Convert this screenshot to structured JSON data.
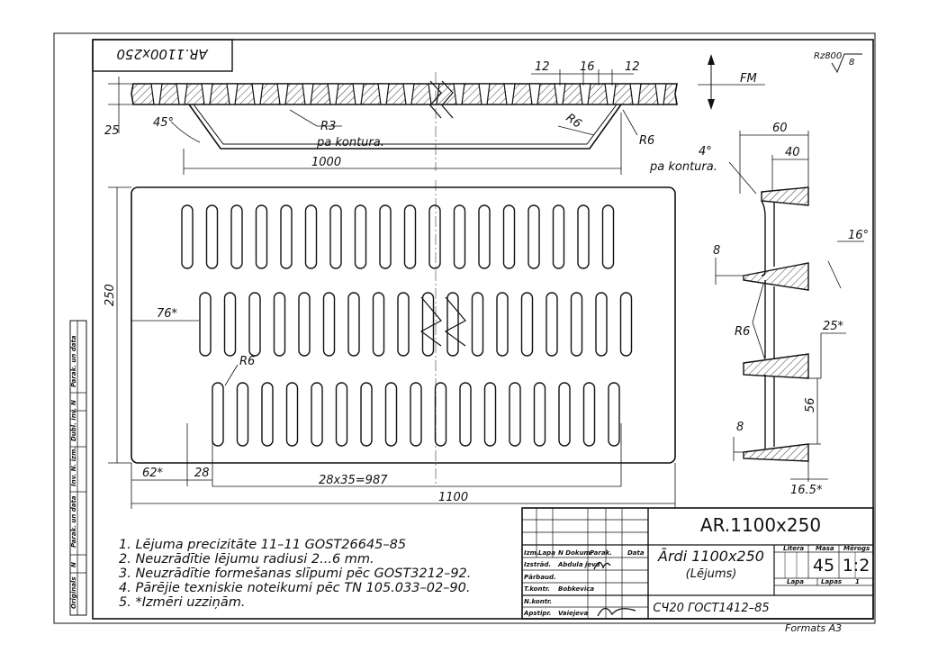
{
  "sheet": {
    "mirrored_label": "AR.1100x250",
    "format": "Formats A3",
    "side_stamp": [
      "Originals",
      "N",
      "Parak. un data",
      "Inv. N. izm.",
      "Dubl. inv.",
      "N",
      "Parak. un data"
    ]
  },
  "dimensions": {
    "rib_12_left": "12",
    "rib_16": "16",
    "rib_12_right": "12",
    "fm": "FM",
    "roughness": "Rz800",
    "roughness_sub": "8",
    "height_25": "25",
    "angle_45": "45°",
    "r3": "R3",
    "pa_kontura_1": "pa kontura.",
    "length_1000": "1000",
    "r6_top_a": "R6",
    "r6_top_b": "R6",
    "angle_4": "4°",
    "pa_kontura_2": "pa kontura.",
    "w60": "60",
    "w40": "40",
    "h8_top": "8",
    "angle_16": "16°",
    "r6_section": "R6",
    "pitch_25": "25*",
    "h56": "56",
    "h8_bottom": "8",
    "d16_5": "16.5*",
    "width_250": "250",
    "offset_76": "76*",
    "r6_slot": "R6",
    "offset_62": "62*",
    "pitch_28": "28",
    "total_28x35": "28x35=987",
    "total_1100": "1100"
  },
  "notes": [
    "1. Lējuma precizitāte 11–11 GOST26645–85",
    "2. Neuzrādītie lējumu radiusi 2...6 mm.",
    "3. Neuzrādītie formešanas slīpumi pēc GOST3212–92.",
    "4. Pārējie texniskie noteikumi pēc TN 105.033–02–90.",
    "5. *Izmēri uzziņām."
  ],
  "title_block": {
    "designation": "AR.1100x250",
    "name": "Ārdi 1100x250",
    "subname": "(Lējums)",
    "material": "СЧ20 ГОСТ1412–85",
    "hdr_izm": "Izm.",
    "hdr_lapa": "Lapa",
    "hdr_dokum": "N Dokum.",
    "hdr_parak": "Parak.",
    "hdr_data": "Data",
    "row_izstrad": "Izstrād.",
    "row_parbaud": "Pārbaud.",
    "row_tkontr": "T.kontr.",
    "row_nkontr": "N.kontr.",
    "row_apstipr": "Apstipr.",
    "name_izstrad": "Abdula jeva",
    "name_tkontr": "Bobkevica",
    "name_apstipr": "Vaiejeva",
    "hdr_litera": "Litera",
    "hdr_masa": "Masa",
    "hdr_merogs": "Mērogs",
    "masa_value": "45",
    "scale_value": "1:2",
    "hdr_lapa2": "Lapa",
    "hdr_lapas": "Lapas",
    "lapas_value": "1"
  }
}
